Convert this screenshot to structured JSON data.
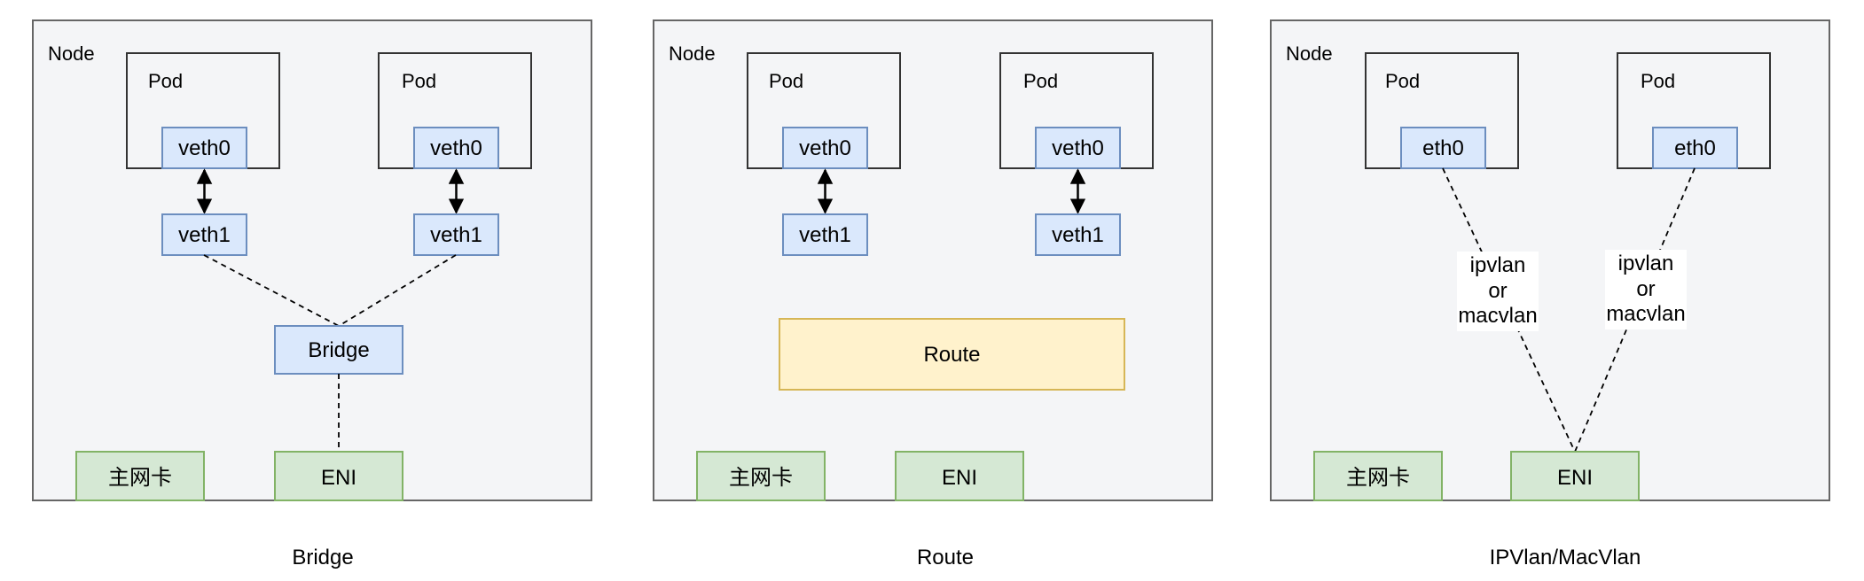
{
  "colors": {
    "node_fill": "#f4f5f7",
    "node_stroke": "#666666",
    "pod_fill": "#f4f5f7",
    "pod_stroke": "#333333",
    "iface_fill": "#dae8fc",
    "iface_stroke": "#6c8ebf",
    "route_fill": "#fff2cc",
    "route_stroke": "#d6b656",
    "nic_fill": "#d5e8d4",
    "nic_stroke": "#82b366"
  },
  "panels": [
    {
      "caption": "Bridge",
      "node_label": "Node",
      "pods": [
        {
          "label": "Pod",
          "top_iface": "veth0",
          "bottom_iface": "veth1"
        },
        {
          "label": "Pod",
          "top_iface": "veth0",
          "bottom_iface": "veth1"
        }
      ],
      "middle": "Bridge",
      "main_nic": "主网卡",
      "eni": "ENI"
    },
    {
      "caption": "Route",
      "node_label": "Node",
      "pods": [
        {
          "label": "Pod",
          "top_iface": "veth0",
          "bottom_iface": "veth1"
        },
        {
          "label": "Pod",
          "top_iface": "veth0",
          "bottom_iface": "veth1"
        }
      ],
      "middle": "Route",
      "main_nic": "主网卡",
      "eni": "ENI"
    },
    {
      "caption": "IPVlan/MacVlan",
      "node_label": "Node",
      "pods": [
        {
          "label": "Pod",
          "top_iface": "eth0"
        },
        {
          "label": "Pod",
          "top_iface": "eth0"
        }
      ],
      "link_label": [
        "ipvlan",
        "or",
        "macvlan"
      ],
      "main_nic": "主网卡",
      "eni": "ENI"
    }
  ]
}
